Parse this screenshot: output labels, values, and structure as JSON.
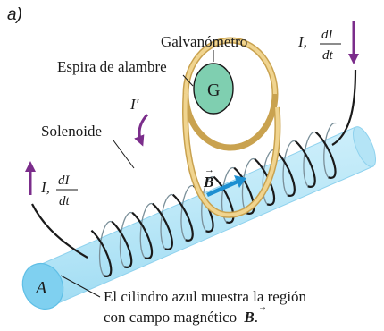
{
  "panel_label": "a)",
  "labels": {
    "galvanometer": "Galvanómetro",
    "galvanometer_symbol": "G",
    "wire_loop": "Espira de alambre",
    "solenoid": "Solenoide",
    "area": "A",
    "induced_current": "I′",
    "field_vector": "B",
    "caption_line1": "El cilindro azul muestra la región",
    "caption_line2_text": "con campo magnético",
    "caption_line2_vector": "B",
    "caption_line2_end": "."
  },
  "current_labels": {
    "right": {
      "I": "I,",
      "num": "dI",
      "den": "dt"
    },
    "left": {
      "I": "I,",
      "num": "dI",
      "den": "dt"
    }
  },
  "colors": {
    "cylinder_fill": "#bfe9f8",
    "cylinder_edge": "#8fd2ee",
    "coil": "#1a1a1a",
    "loop": "#e7c47a",
    "galvanometer": "#7fcfb0",
    "current_arrow": "#7b2d8b",
    "field_arrow": "#1d8fd1"
  }
}
